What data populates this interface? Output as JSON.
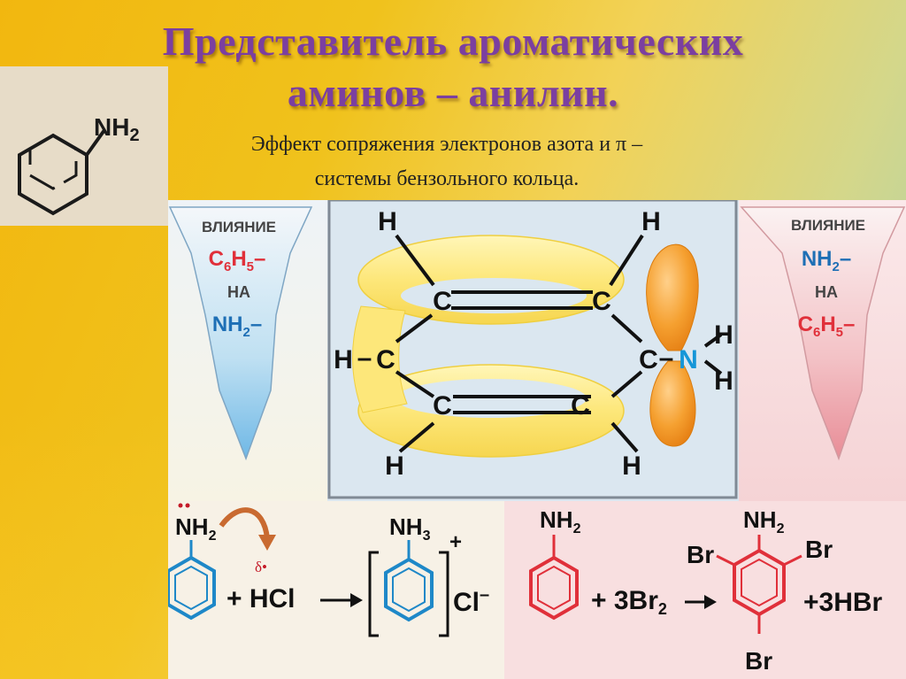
{
  "title_line1": "Представитель ароматических",
  "title_line2": "аминов – анилин.",
  "subtitle_line1": "Эффект сопряжения электронов азота и π –",
  "subtitle_line2": "системы бензольного кольца.",
  "formula": {
    "group": "NH",
    "sub": "2"
  },
  "left_arrow": {
    "l1": "ВЛИЯНИЕ",
    "l2a": "C",
    "l2s1": "6",
    "l2b": "H",
    "l2s2": "5",
    "l2c": "–",
    "l3": "НА",
    "l4a": "NH",
    "l4s": "2",
    "l4b": "–"
  },
  "right_arrow": {
    "l1": "ВЛИЯНИЕ",
    "l2a": "NH",
    "l2s": "2",
    "l2b": "–",
    "l3": "НА",
    "l4a": "C",
    "l4s1": "6",
    "l4b": "H",
    "l4s2": "5",
    "l4c": "–"
  },
  "molecule": {
    "h": "H",
    "c": "C",
    "n": "N",
    "bond": "–"
  },
  "reaction1": {
    "nh": "NH",
    "s2": "2",
    "delta": "δ",
    "dot": "•",
    "reagent": "+ HCl",
    "nh3": "NH",
    "s3": "3",
    "plus": "+",
    "cl": "Cl",
    "minus": "–"
  },
  "reaction2": {
    "nh": "NH",
    "s2": "2",
    "reagent_a": "+ 3Br",
    "reagent_s": "2",
    "br": "Br",
    "byproduct": "+3HBr"
  },
  "colors": {
    "title": "#7b3fa0",
    "red": "#e0303a",
    "blue": "#1e6fb5",
    "cyan": "#1596d8"
  }
}
